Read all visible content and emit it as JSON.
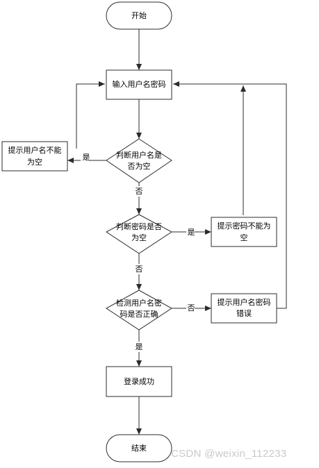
{
  "flowchart": {
    "nodes": {
      "start": {
        "lines": [
          "开始"
        ]
      },
      "input": {
        "lines": [
          "输入用户名密码"
        ]
      },
      "check_user": {
        "lines": [
          "判断用户名是",
          "否为空"
        ]
      },
      "user_empty": {
        "lines": [
          "提示用户名不能",
          "为空"
        ]
      },
      "check_pwd": {
        "lines": [
          "判断密码是否",
          "为空"
        ]
      },
      "pwd_empty": {
        "lines": [
          "提示密码不能为",
          "空"
        ]
      },
      "verify": {
        "lines": [
          "检测用户名密",
          "码是否正确"
        ]
      },
      "wrong": {
        "lines": [
          "提示用户名密码",
          "错误"
        ]
      },
      "success": {
        "lines": [
          "登录成功"
        ]
      },
      "end": {
        "lines": [
          "结束"
        ]
      }
    },
    "edge_labels": {
      "user_yes": "是",
      "user_no": "否",
      "pwd_yes": "是",
      "pwd_no": "否",
      "verify_no": "否",
      "verify_yes": "是"
    }
  },
  "watermark": "CSDN @weixin_112233",
  "colors": {
    "shape_fill": "#ffffff",
    "stroke": "#2b2b2b",
    "text": "#000000",
    "watermark": "#c9c9c9"
  }
}
